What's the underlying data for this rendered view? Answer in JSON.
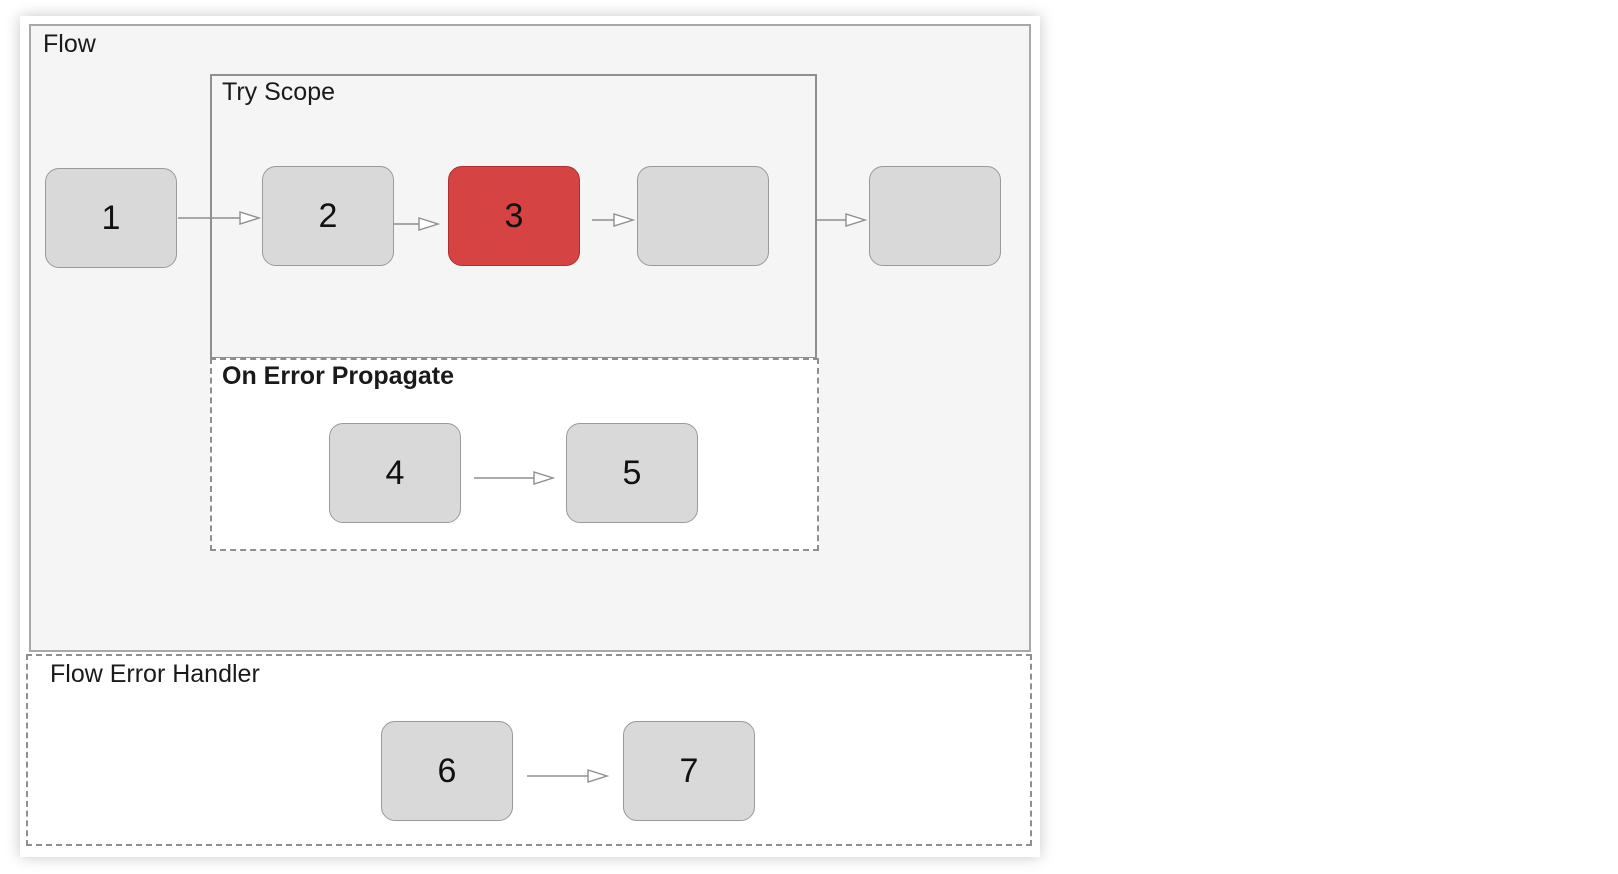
{
  "flow": {
    "label": "Flow"
  },
  "try_scope": {
    "label": "Try Scope"
  },
  "on_error_propagate": {
    "label": "On Error Propagate"
  },
  "flow_error_handler": {
    "label": "Flow Error Handler"
  },
  "nodes": {
    "n1": "1",
    "n2": "2",
    "n3": "3",
    "n_empty_try": "",
    "n_empty_after": "",
    "n4": "4",
    "n5": "5",
    "n6": "6",
    "n7": "7"
  },
  "colors": {
    "node_fill": "#d9d9d9",
    "error_node_fill": "#d64343",
    "flow_background": "#f5f5f5"
  }
}
